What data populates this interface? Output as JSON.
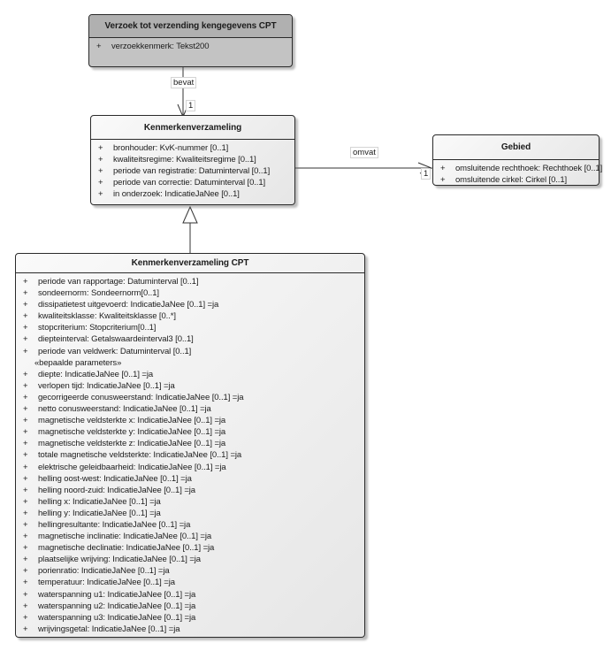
{
  "diagram": {
    "classes": {
      "verzoek": {
        "title": "Verzoek tot verzending kengegevens CPT",
        "attributes": [
          {
            "vis": "+",
            "text": "verzoekkenmerk: Tekst200"
          }
        ]
      },
      "kenmerkenverzameling": {
        "title": "Kenmerkenverzameling",
        "attributes": [
          {
            "vis": "+",
            "text": "bronhouder: KvK-nummer [0..1]"
          },
          {
            "vis": "+",
            "text": "kwaliteitsregime: Kwaliteitsregime [0..1]"
          },
          {
            "vis": "+",
            "text": "periode van registratie: Datuminterval [0..1]"
          },
          {
            "vis": "+",
            "text": "periode van correctie: Datuminterval [0..1]"
          },
          {
            "vis": "+",
            "text": "in onderzoek: IndicatieJaNee [0..1]"
          }
        ]
      },
      "gebied": {
        "title": "Gebied",
        "attributes": [
          {
            "vis": "+",
            "text": "omsluitende rechthoek: Rechthoek [0..1]"
          },
          {
            "vis": "+",
            "text": "omsluitende cirkel: Cirkel [0..1]"
          }
        ]
      },
      "cpt": {
        "title": "Kenmerkenverzameling CPT",
        "attributes": [
          {
            "vis": "+",
            "text": "periode van rapportage: Datuminterval [0..1]"
          },
          {
            "vis": "+",
            "text": "sondeernorm: Sondeernorm[0..1]"
          },
          {
            "vis": "+",
            "text": "dissipatietest uitgevoerd: IndicatieJaNee [0..1] =ja"
          },
          {
            "vis": "+",
            "text": "kwaliteitsklasse: Kwaliteitsklasse [0..*]"
          },
          {
            "vis": "+",
            "text": "stopcriterium: Stopcriterium[0..1]"
          },
          {
            "vis": "+",
            "text": "diepteinterval: Getalswaardeinterval3 [0..1]"
          },
          {
            "vis": "+",
            "text": "periode van veldwerk: Datuminterval [0..1]"
          },
          {
            "stereotype": "«bepaalde parameters»"
          },
          {
            "vis": "+",
            "text": "diepte: IndicatieJaNee [0..1] =ja"
          },
          {
            "vis": "+",
            "text": "verlopen tijd: IndicatieJaNee [0..1] =ja"
          },
          {
            "vis": "+",
            "text": "gecorrigeerde conusweerstand: IndicatieJaNee [0..1] =ja"
          },
          {
            "vis": "+",
            "text": "netto conusweerstand: IndicatieJaNee [0..1] =ja"
          },
          {
            "vis": "+",
            "text": "magnetische veldsterkte x: IndicatieJaNee [0..1] =ja"
          },
          {
            "vis": "+",
            "text": "magnetische veldsterkte y: IndicatieJaNee [0..1] =ja"
          },
          {
            "vis": "+",
            "text": "magnetische veldsterkte z: IndicatieJaNee [0..1] =ja"
          },
          {
            "vis": "+",
            "text": "totale magnetische veldsterkte: IndicatieJaNee [0..1] =ja"
          },
          {
            "vis": "+",
            "text": "elektrische geleidbaarheid: IndicatieJaNee [0..1] =ja"
          },
          {
            "vis": "+",
            "text": "helling oost-west: IndicatieJaNee [0..1] =ja"
          },
          {
            "vis": "+",
            "text": "helling noord-zuid: IndicatieJaNee [0..1] =ja"
          },
          {
            "vis": "+",
            "text": "helling x: IndicatieJaNee [0..1] =ja"
          },
          {
            "vis": "+",
            "text": "helling y: IndicatieJaNee [0..1] =ja"
          },
          {
            "vis": "+",
            "text": "hellingresultante: IndicatieJaNee [0..1] =ja"
          },
          {
            "vis": "+",
            "text": "magnetische inclinatie: IndicatieJaNee [0..1] =ja"
          },
          {
            "vis": "+",
            "text": "magnetische declinatie: IndicatieJaNee [0..1] =ja"
          },
          {
            "vis": "+",
            "text": "plaatselijke wrijving: IndicatieJaNee [0..1] =ja"
          },
          {
            "vis": "+",
            "text": "porienratio: IndicatieJaNee [0..1] =ja"
          },
          {
            "vis": "+",
            "text": "temperatuur: IndicatieJaNee [0..1] =ja"
          },
          {
            "vis": "+",
            "text": "waterspanning u1: IndicatieJaNee [0..1] =ja"
          },
          {
            "vis": "+",
            "text": "waterspanning u2: IndicatieJaNee [0..1] =ja"
          },
          {
            "vis": "+",
            "text": "waterspanning u3: IndicatieJaNee [0..1] =ja"
          },
          {
            "vis": "+",
            "text": "wrijvingsgetal: IndicatieJaNee [0..1] =ja"
          }
        ]
      }
    },
    "connectors": {
      "bevat": {
        "label": "bevat",
        "multiplicity": "1"
      },
      "omvat": {
        "label": "omvat",
        "multiplicity": "1"
      }
    },
    "colors": {
      "box_border": "#2a2a2a",
      "light_fill": "#efefef",
      "gray_header": "#b0b0b0",
      "gray_body": "#c3c3c3",
      "shadow": "#9e9e9e"
    }
  }
}
